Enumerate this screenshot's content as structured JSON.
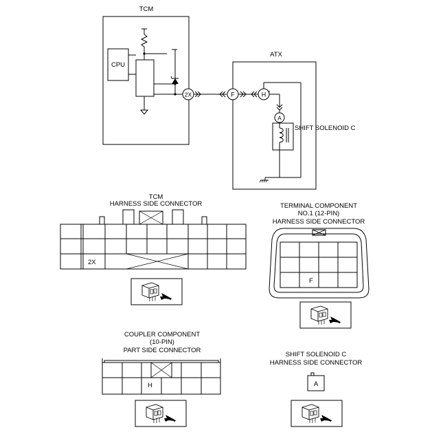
{
  "schematic": {
    "tcm_label": "TCM",
    "cpu_label": "CPU",
    "atx_label": "ATX",
    "terminal_2x": "2X",
    "terminal_f": "F",
    "terminal_h": "H",
    "terminal_a": "A",
    "solenoid_label": "SHIFT SOLENOID C"
  },
  "tcm_connector": {
    "title_line1": "TCM",
    "title_line2": "HARNESS SIDE CONNECTOR",
    "pin_label": "2X"
  },
  "terminal_connector": {
    "title_line1": "TERMINAL COMPONENT",
    "title_line2": "NO.1 (12-PIN)",
    "title_line3": "HARNESS SIDE CONNECTOR",
    "pin_label": "F"
  },
  "coupler_connector": {
    "title_line1": "COUPLER COMPONENT",
    "title_line2": "(10-PIN)",
    "title_line3": "PART SIDE CONNECTOR",
    "pin_label": "H"
  },
  "solenoid_connector": {
    "title_line1": "SHIFT SOLENOID C",
    "title_line2": "HARNESS SIDE CONNECTOR",
    "pin_label": "A"
  },
  "icons": [
    "connector-view-icon",
    "ground-icon",
    "diode-icon",
    "resistor-icon",
    "coil-icon"
  ]
}
